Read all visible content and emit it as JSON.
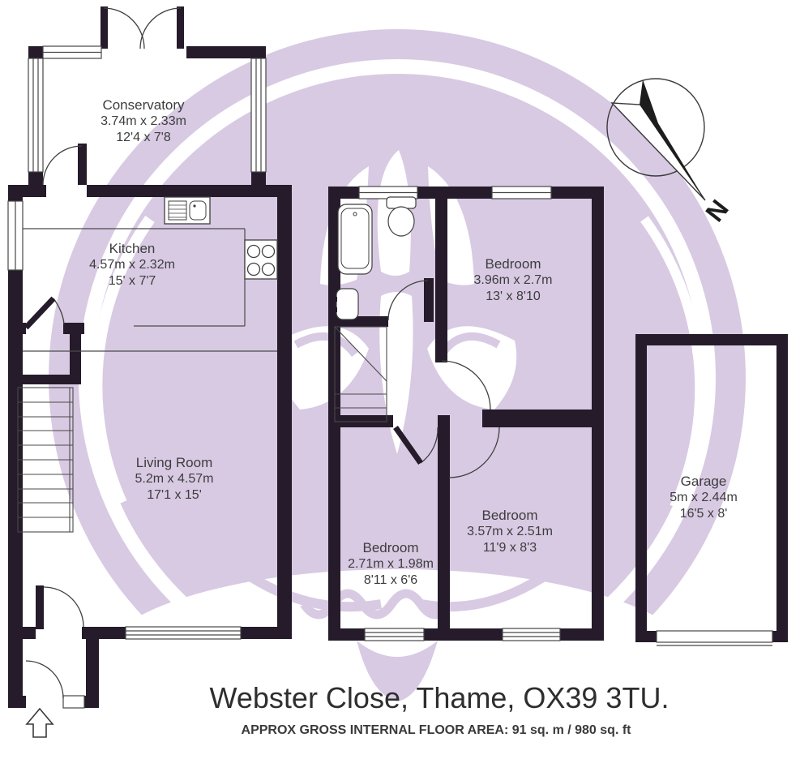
{
  "meta": {
    "title": "Webster Close, Thame, OX39 3TU.",
    "footer": "APPROX GROSS INTERNAL FLOOR AREA:  91 sq. m  / 980 sq. ft"
  },
  "compass": {
    "north_label": "N"
  },
  "rooms": {
    "conservatory": {
      "name": "Conservatory",
      "metric": "3.74m x 2.33m",
      "imperial": "12'4 x 7'8"
    },
    "kitchen": {
      "name": "Kitchen",
      "metric": "4.57m x 2.32m",
      "imperial": "15' x 7'7"
    },
    "living_room": {
      "name": "Living Room",
      "metric": "5.2m x 4.57m",
      "imperial": "17'1 x 15'"
    },
    "bedroom_1": {
      "name": "Bedroom",
      "metric": "3.96m x 2.7m",
      "imperial": "13' x 8'10"
    },
    "bedroom_2": {
      "name": "Bedroom",
      "metric": "3.57m x 2.51m",
      "imperial": "11'9 x 8'3"
    },
    "bedroom_3": {
      "name": "Bedroom",
      "metric": "2.71m x 1.98m",
      "imperial": "8'11 x 6'6"
    },
    "garage": {
      "name": "Garage",
      "metric": "5m x 2.44m",
      "imperial": "16'5 x 8'"
    }
  },
  "colors": {
    "wall": "#251b2a",
    "watermark": "#d8cae3",
    "text": "#3d3d3d"
  }
}
